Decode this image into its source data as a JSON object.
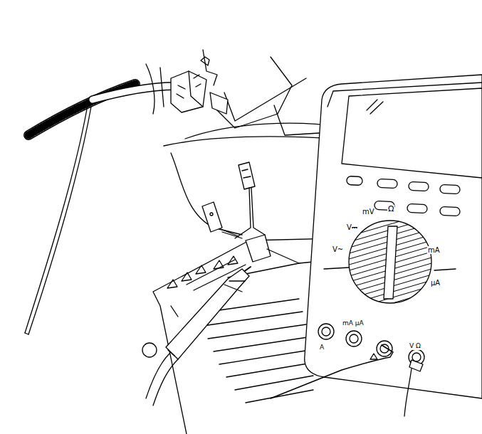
{
  "diagram": {
    "labels": [
      "V~",
      "V⎓",
      "mV",
      "Ω",
      "mA",
      "μA",
      "mA μA",
      "A",
      "V Ω"
    ]
  }
}
